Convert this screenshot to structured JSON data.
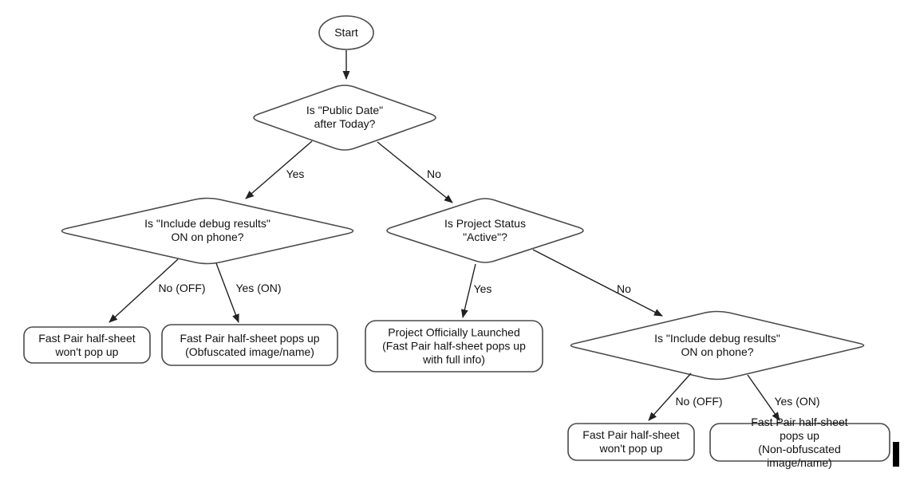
{
  "nodes": {
    "start": {
      "label": "Start"
    },
    "public_date": {
      "label": "Is \"Public Date\"\nafter Today?"
    },
    "debug_left": {
      "label": "Is \"Include debug results\"\nON on phone?"
    },
    "project_status": {
      "label": "Is Project Status\n\"Active\"?"
    },
    "debug_right": {
      "label": "Is \"Include debug results\"\nON on phone?"
    },
    "no_popup_left": {
      "label": "Fast Pair half-sheet\nwon't pop up"
    },
    "popup_obfuscated": {
      "label": "Fast Pair half-sheet pops up\n(Obfuscated image/name)"
    },
    "launched": {
      "label": "Project Officially Launched\n(Fast Pair half-sheet pops up\nwith full info)"
    },
    "no_popup_right": {
      "label": "Fast Pair half-sheet\nwon't pop up"
    },
    "popup_non_obfuscated": {
      "label": "Fast Pair half-sheet pops up\n(Non-obfuscated image/name)"
    }
  },
  "edges": {
    "public_date_yes": {
      "label": "Yes"
    },
    "public_date_no": {
      "label": "No"
    },
    "debug_left_no": {
      "label": "No (OFF)"
    },
    "debug_left_yes": {
      "label": "Yes (ON)"
    },
    "project_status_yes": {
      "label": "Yes"
    },
    "project_status_no": {
      "label": "No"
    },
    "debug_right_no": {
      "label": "No (OFF)"
    },
    "debug_right_yes": {
      "label": "Yes (ON)"
    }
  },
  "colors": {
    "background": "#ffffff",
    "shape_fill": "#ffffff",
    "shape_stroke": "#4a4a4a",
    "arrow_stroke": "#212121",
    "text": "#111111",
    "cursor_bar": "#000000"
  }
}
